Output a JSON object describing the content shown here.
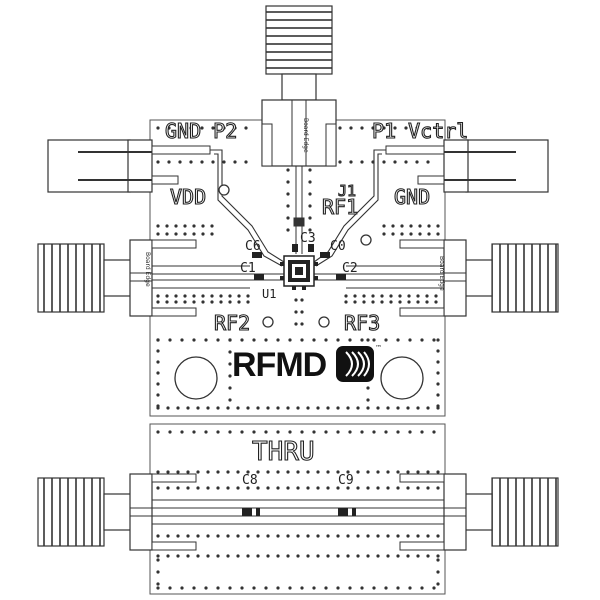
{
  "labels": {
    "gnd_p2": "GND P2",
    "p1_vctrl": "P1 Vctrl",
    "vdd": "VDD",
    "gnd": "GND",
    "j1": "J1",
    "rf1": "RF1",
    "c6": "C6",
    "c3": "C3",
    "c0": "C0",
    "c1": "C1",
    "c2": "C2",
    "u1": "U1",
    "rf2": "RF2",
    "rf3": "RF3",
    "thru": "THRU",
    "c8": "C8",
    "c9": "C9",
    "board_edge_top": "Board Edge",
    "board_edge_left": "Board Edge",
    "board_edge_right": "Board Edge",
    "brand": "RFMD",
    "trademark": "™"
  },
  "colors": {
    "ink": "#222222",
    "paper": "#ffffff"
  }
}
